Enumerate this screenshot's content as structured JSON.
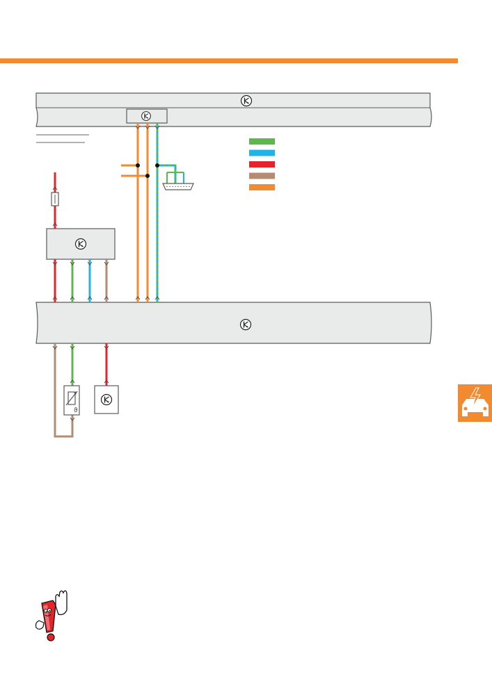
{
  "colors": {
    "accent": "#f28a30",
    "wire_green": "#5cb84a",
    "wire_blue": "#1fb3e6",
    "wire_red": "#e3242b",
    "wire_brown": "#b48c72",
    "wire_orange": "#f28a30",
    "bus_fill": "#e9eaea",
    "outline": "#5a5a5a"
  },
  "icons": {
    "control_unit": "transistor-symbol-icon",
    "fuse": "fuse-icon",
    "sensor": "variable-resistor-icon",
    "connector": "diagnostic-connector-icon",
    "service_tab": "car-electrical-icon",
    "warning": "warning-mascot-icon"
  },
  "legend": {
    "swatches": [
      "wire_green",
      "wire_blue",
      "wire_red",
      "wire_brown",
      "wire_orange"
    ]
  },
  "sensor_symbol_char": "ϑ"
}
